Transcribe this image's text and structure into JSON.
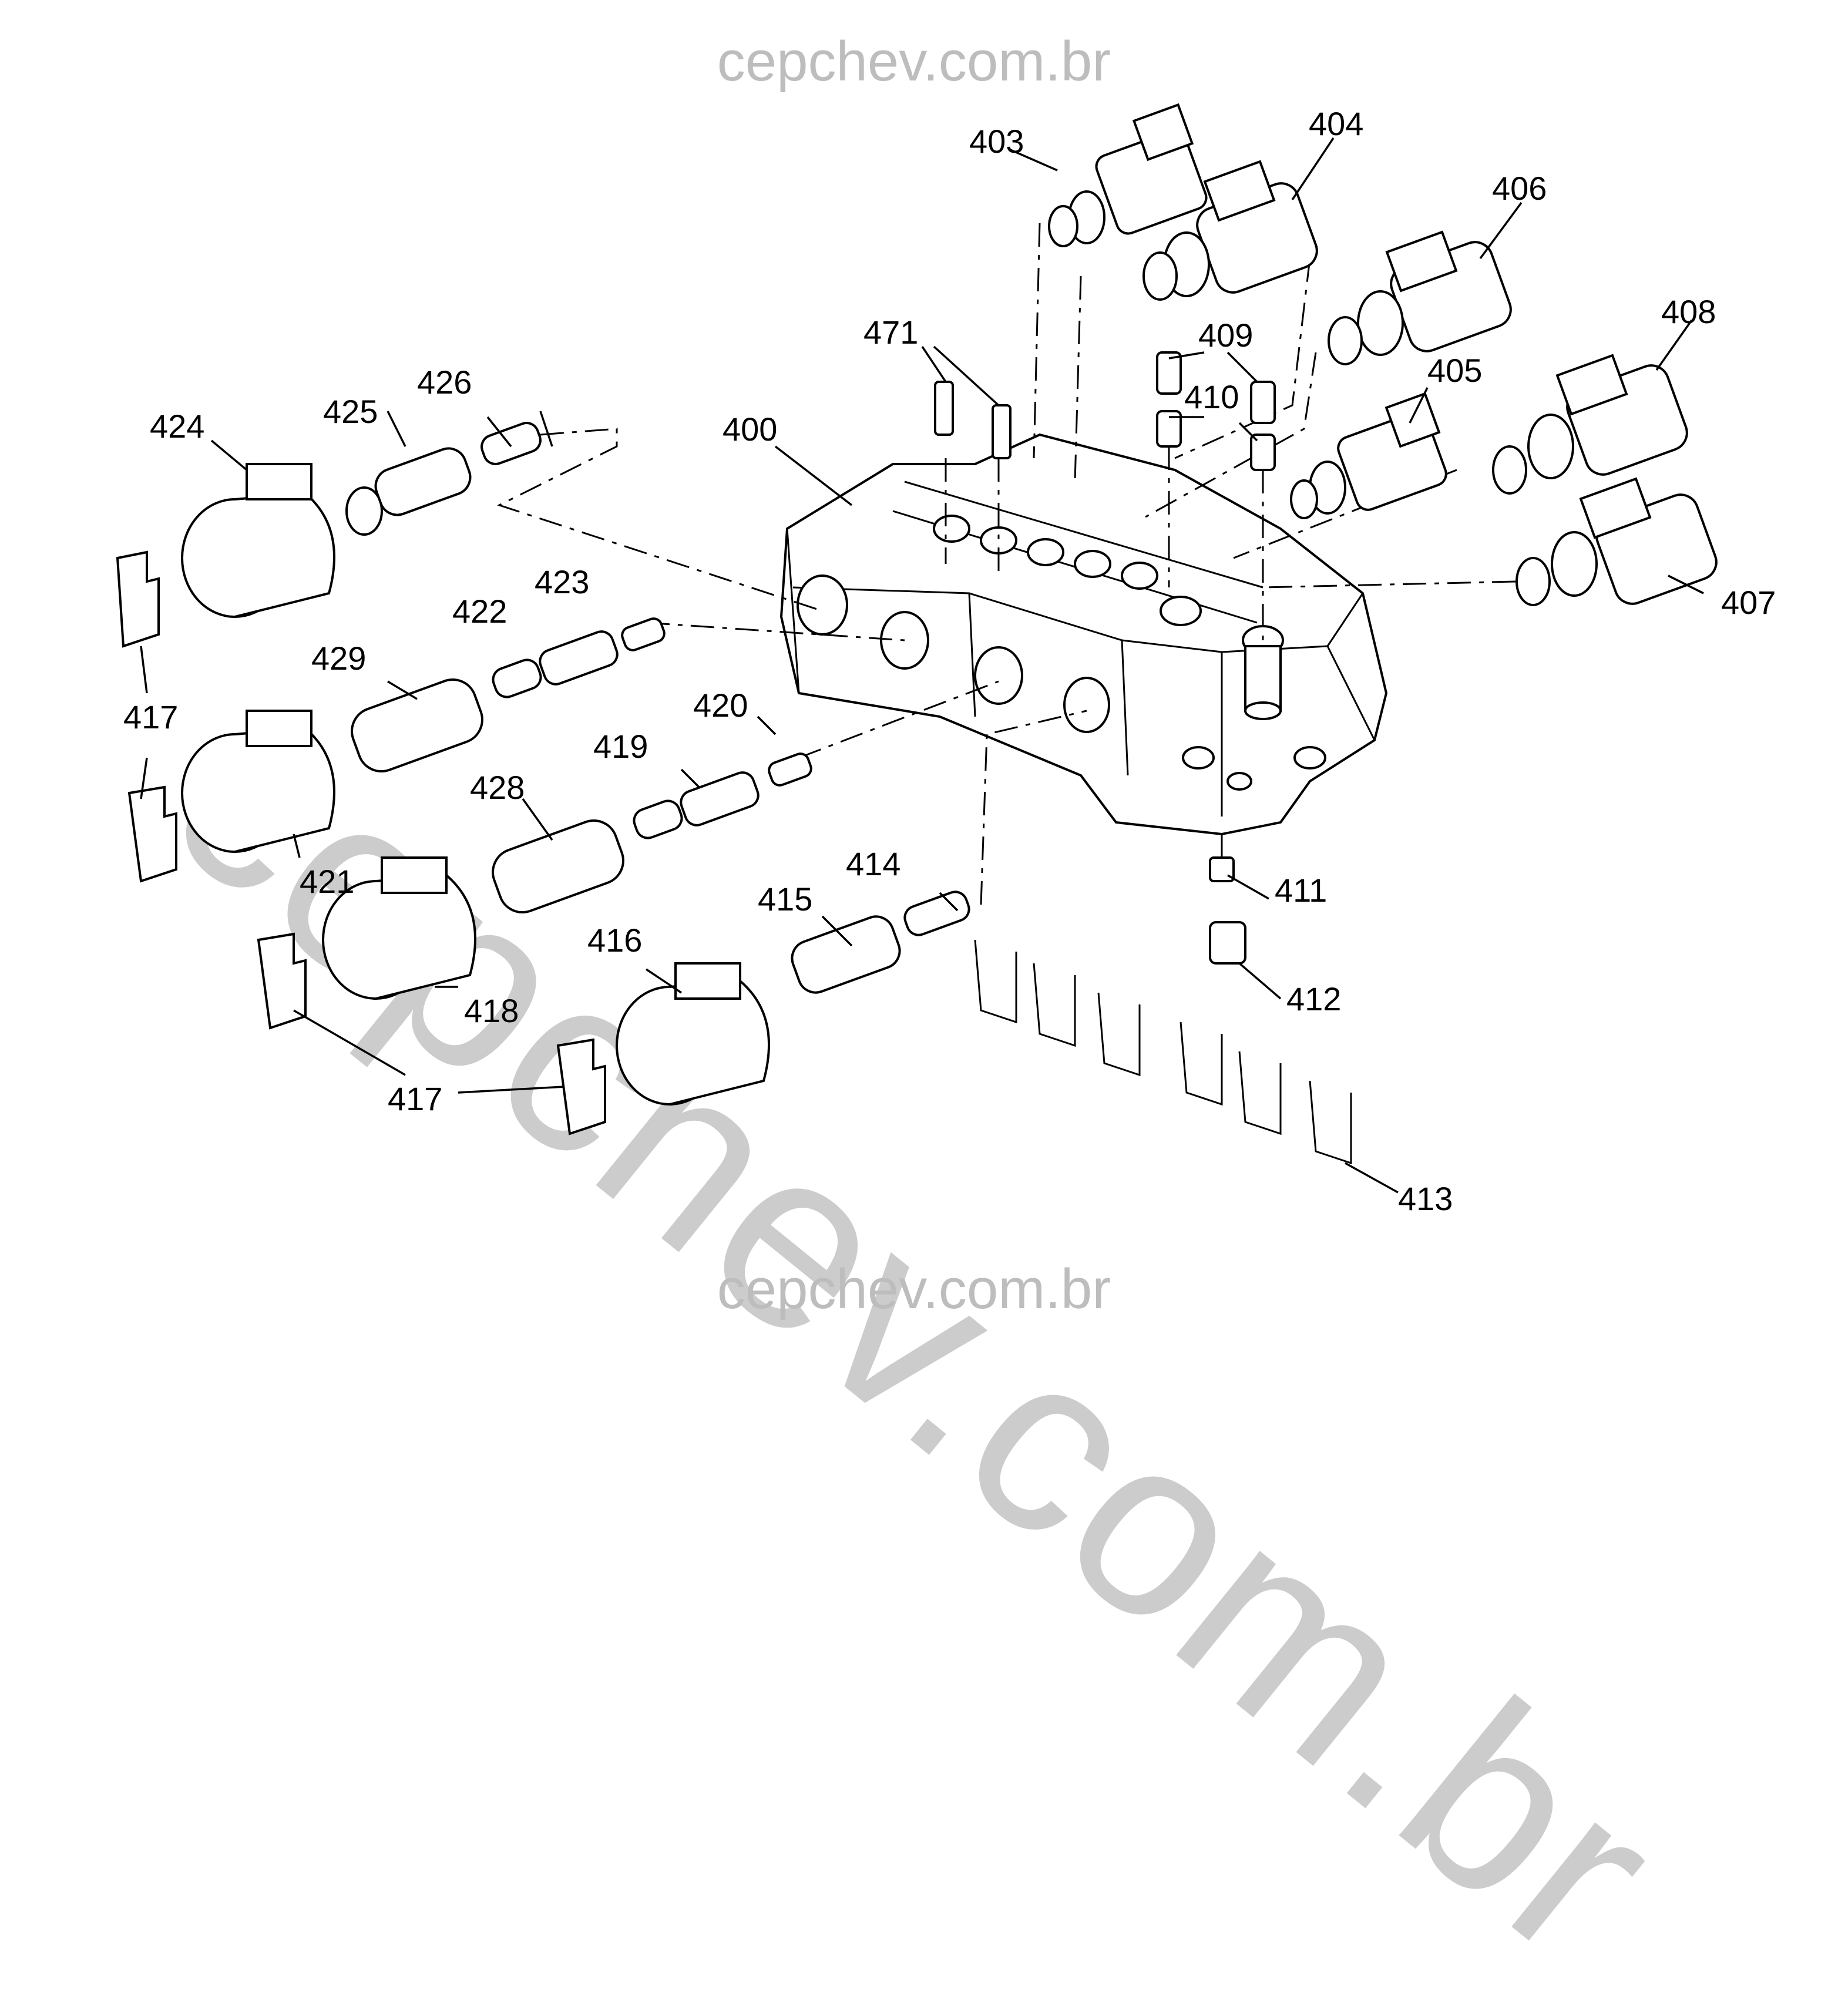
{
  "watermark": {
    "top": "cepchev.com.br",
    "bottom": "cepchev.com.br",
    "diagonal": "cepchev.com.br"
  },
  "callouts": {
    "c400": "400",
    "c403": "403",
    "c404": "404",
    "c405": "405",
    "c406": "406",
    "c407": "407",
    "c408": "408",
    "c409": "409",
    "c410": "410",
    "c411": "411",
    "c412": "412",
    "c413": "413",
    "c414": "414",
    "c415": "415",
    "c416": "416",
    "c417a": "417",
    "c417b": "417",
    "c418": "418",
    "c419": "419",
    "c420": "420",
    "c421": "421",
    "c422": "422",
    "c423": "423",
    "c424": "424",
    "c425": "425",
    "c426": "426",
    "c428": "428",
    "c429": "429",
    "c471": "471"
  }
}
